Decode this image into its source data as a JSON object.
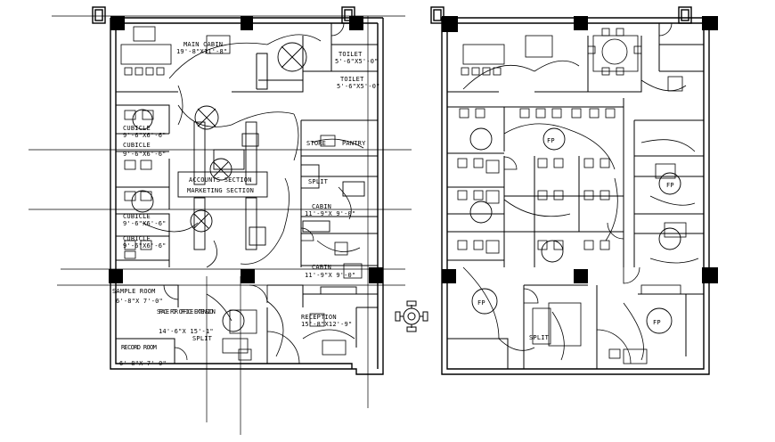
{
  "drawing": {
    "background": "#ffffff",
    "ink": "#000000"
  },
  "left_plan": {
    "rooms": [
      {
        "name": "MAIN CABIN",
        "size": "19'-8\"X11'-8\""
      },
      {
        "name": "TOILET",
        "size": "5'-6\"X5'-0\""
      },
      {
        "name": "TOILET",
        "size": "5'-6\"X5'-0\""
      },
      {
        "name": "CUBICLE",
        "size": "9'-6\"X6'-6\""
      },
      {
        "name": "CUBICLE",
        "size": "9'-6\"X6'-6\""
      },
      {
        "name": "ACCOUNTS SECTION",
        "size": ""
      },
      {
        "name": "MARKETING SECTION",
        "size": ""
      },
      {
        "name": "STORE",
        "size": ""
      },
      {
        "name": "PANTRY",
        "size": ""
      },
      {
        "name": "CABIN",
        "size": "11'-9\"X 9'-0\""
      },
      {
        "name": "CUBICLE",
        "size": "9'-6\"X6'-6\""
      },
      {
        "name": "CUBICLE",
        "size": "9'-6\"X6'-6\""
      },
      {
        "name": "CABIN",
        "size": "11'-9\"X 9'-0\""
      },
      {
        "name": "SAMPLE ROOM",
        "size": "6'-8\"X 7'-0\""
      },
      {
        "name": "SPACE FOR OFFICE EXTENSION",
        "size": "14'-6\"X 15'-1\""
      },
      {
        "name": "RECEPTION",
        "size": "15'-8\"X12'-9\""
      },
      {
        "name": "RECORD ROOM",
        "size": "6'-8\"X 7'-0\""
      }
    ],
    "annotations": [
      "SPLIT",
      "SPLIT"
    ]
  },
  "right_plan": {
    "annotations": [
      "SPLIT",
      "FP",
      "FP",
      "FP",
      "FP"
    ]
  }
}
